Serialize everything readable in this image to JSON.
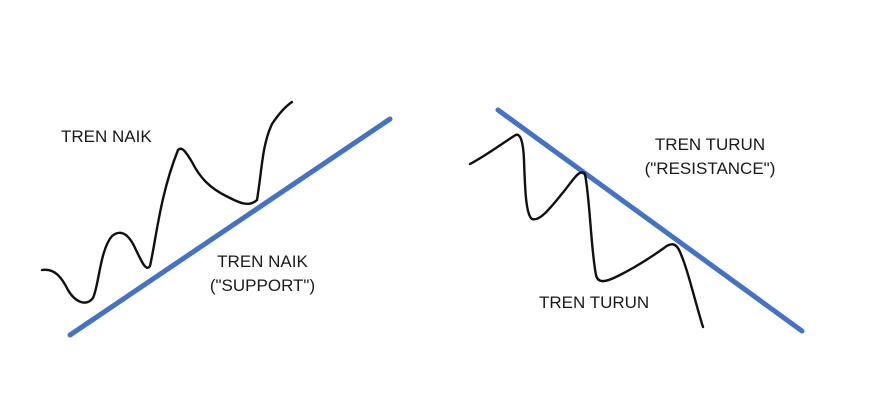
{
  "colors": {
    "background": "#ffffff",
    "trend_line": "#4472c4",
    "price_line": "#111111",
    "text": "#1a1a1a"
  },
  "left_panel": {
    "price_label": "TREN NAIK",
    "trendline_label_line1": "TREN NAIK",
    "trendline_label_line2": "(\"SUPPORT\")"
  },
  "right_panel": {
    "trendline_label_line1": "TREN TURUN",
    "trendline_label_line2": "(\"RESISTANCE\")",
    "price_label": "TREN TURUN"
  }
}
